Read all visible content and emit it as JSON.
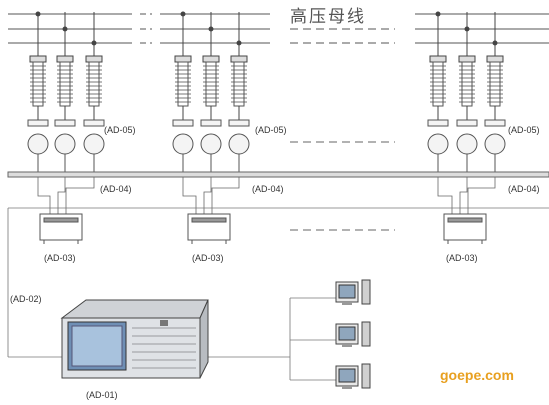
{
  "diagram": {
    "busbar_title": "高压母线",
    "labels": {
      "ad05": "(AD-05)",
      "ad04": "(AD-04)",
      "ad03": "(AD-03)",
      "ad02": "(AD-02)",
      "ad01": "(AD-01)"
    },
    "watermark": "goepe.com"
  }
}
